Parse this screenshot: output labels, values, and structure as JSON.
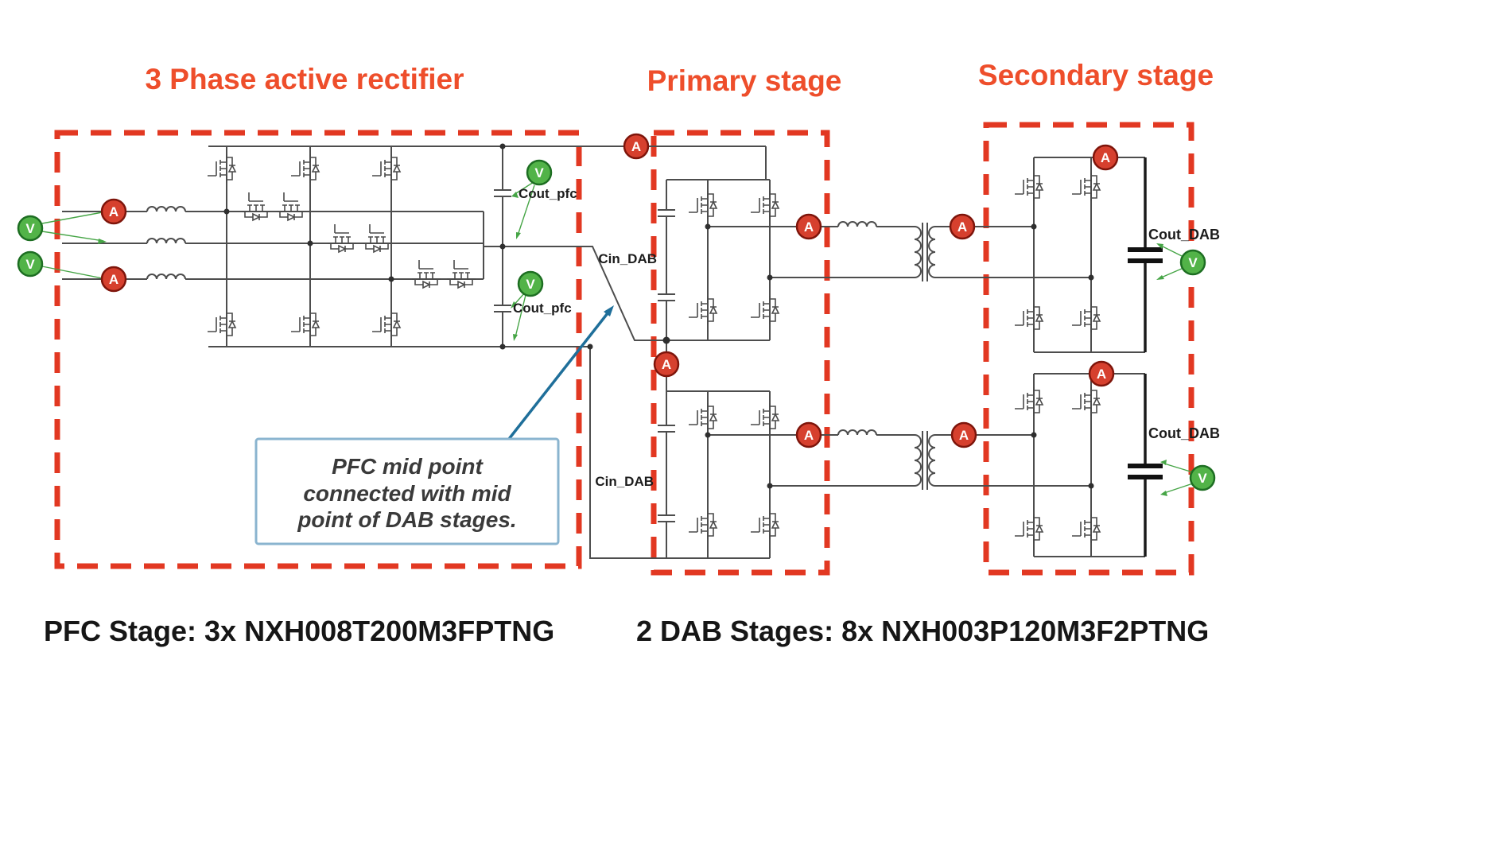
{
  "stage_titles": {
    "rectifier": "3 Phase active rectifier",
    "primary": "Primary stage",
    "secondary": "Secondary stage"
  },
  "component_labels": {
    "cout_pfc_top": "Cout_pfc",
    "cout_pfc_bottom": "Cout_pfc",
    "cin_dab_top": "Cin_DAB",
    "cin_dab_bottom": "Cin_DAB",
    "cout_dab_top": "Cout_DAB",
    "cout_dab_bottom": "Cout_DAB"
  },
  "probe_labels": {
    "current": "A",
    "voltage": "V"
  },
  "callout": {
    "line1": "PFC mid point",
    "line2": "connected with mid",
    "line3": "point of DAB stages."
  },
  "captions": {
    "pfc": "PFC Stage: 3x NXH008T200M3FPTNG",
    "dab": "2 DAB Stages: 8x NXH003P120M3F2PTNG"
  },
  "colors": {
    "stage_outline": "#e23822",
    "title_text": "#ee4e2b",
    "current_probe": "#d6402e",
    "voltage_probe": "#52b348",
    "callout_border": "#8ab4cf",
    "callout_arrow": "#1f6f9a",
    "wire": "#4d4d4d"
  }
}
